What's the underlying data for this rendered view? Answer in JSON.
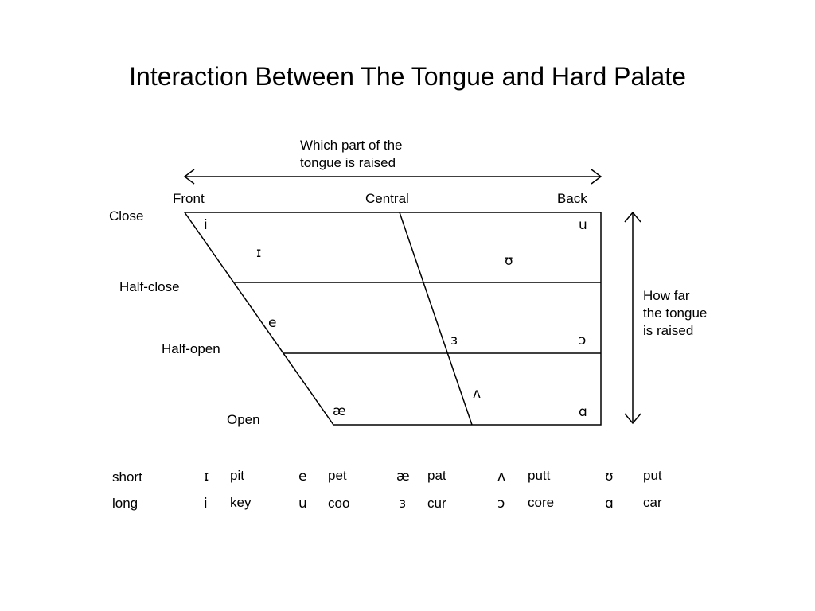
{
  "slide": {
    "title": "Interaction Between The Tongue and Hard Palate"
  },
  "diagram": {
    "horizontal_caption": [
      "Which part of the",
      "tongue is raised"
    ],
    "vertical_caption": [
      "How far",
      "the tongue",
      "is raised"
    ],
    "columns": {
      "front": "Front",
      "central": "Central",
      "back": "Back"
    },
    "rows": {
      "close": "Close",
      "half_close": "Half-close",
      "half_open": "Half-open",
      "open": "Open"
    },
    "vowels": {
      "close_front": "i",
      "near_close_front": "ɪ",
      "close_back": "u",
      "near_close_back": "ʊ",
      "mid_front": "e",
      "mid_central": "ɜ",
      "mid_back": "ɔ",
      "open_mid_central": "ʌ",
      "open_front": "æ",
      "open_back": "ɑ"
    }
  },
  "key": {
    "rows": [
      {
        "label": "short",
        "items": [
          {
            "symbol": "ɪ",
            "word": "pit"
          },
          {
            "symbol": "e",
            "word": "pet"
          },
          {
            "symbol": "æ",
            "word": "pat"
          },
          {
            "symbol": "ʌ",
            "word": "putt"
          },
          {
            "symbol": "ʊ",
            "word": "put"
          }
        ]
      },
      {
        "label": "long",
        "items": [
          {
            "symbol": "i",
            "word": "key"
          },
          {
            "symbol": "u",
            "word": "coo"
          },
          {
            "symbol": "ɜ",
            "word": "cur"
          },
          {
            "symbol": "ɔ",
            "word": "core"
          },
          {
            "symbol": "ɑ",
            "word": "car"
          }
        ]
      }
    ]
  }
}
